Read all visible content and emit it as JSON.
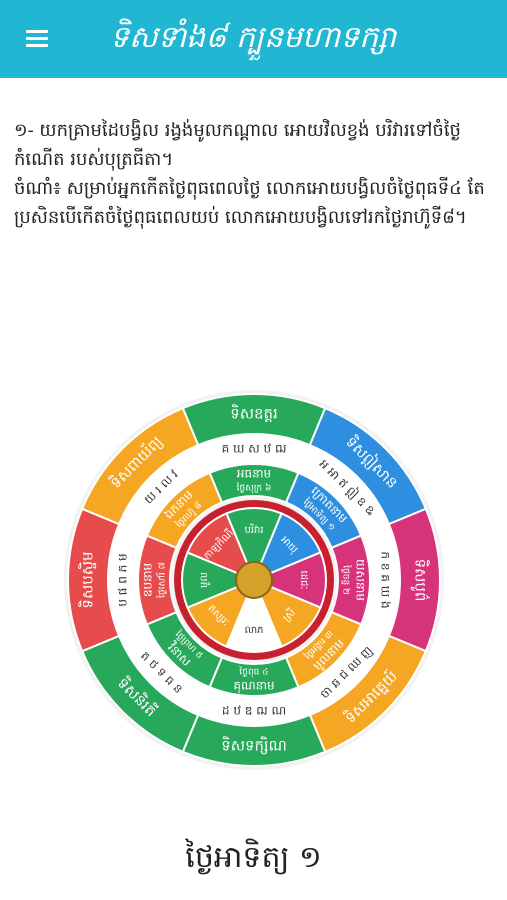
{
  "appbar": {
    "title": "ទិសទាំង៨ ក្បួនមហាទក្សា",
    "menu_icon": "hamburger-menu-icon",
    "background": "#21b6d2"
  },
  "content": {
    "paragraph1": "១- យកគ្រាមដៃបង្វិល រង្វង់មូលកណ្ដាល អោយវិលខ្វង់ បរិវារទៅចំថ្ងៃកំណើត របស់បុត្រធីតា។",
    "paragraph2": "ចំណាំ៖ សម្រាប់អ្នកកើតថ្ងៃពុធពេលថ្ងៃ លោកអោយបង្វិលចំថ្ងៃពុធទី៤ តែប្រសិនបើកើតចំថ្ងៃពុធពេលយប់ លោកអោយបង្វិលទៅរកថ្ងៃរាហ៊ូទី៨។"
  },
  "wheel": {
    "outer": [
      {
        "label": "ទិសឧត្ដរ",
        "color": "#27a85a"
      },
      {
        "label": "ទិសឦសាន",
        "color": "#2e8fe0"
      },
      {
        "label": "ទិសបូព៌",
        "color": "#d6337a"
      },
      {
        "label": "ទិសអាគ្នេយ៍",
        "color": "#f5a623"
      },
      {
        "label": "ទិសទក្សិណ",
        "color": "#27a85a"
      },
      {
        "label": "ទិសនិរតី",
        "color": "#27a85a"
      },
      {
        "label": "ទិសបស្ចិម",
        "color": "#e74c4c"
      },
      {
        "label": "ទិសពាយ័ព្យ",
        "color": "#f5a623"
      }
    ],
    "letters": [
      "គ ឃ ស ឋ ឍ",
      "អ អា ឥ ឦ ឧ ឩ",
      "ក ខ គ ឃ ង",
      "ចា ឆ ជ ឈ ញ",
      "ដ ឋ ឌ ឍ ណ",
      "ត ថ ទ ធ ន",
      "ប ផ ព ភ ម",
      "យ រ ល វ"
    ],
    "inner_names": [
      "អធនាម",
      "ក្រោតនាម",
      "យសនាម",
      "មូលនាម",
      "គុណនាម",
      "វិនាស",
      "ឧបនាម",
      "ឯកនាម"
    ],
    "inner_days": [
      "ថ្ងៃសុក្រ ៦",
      "ថ្ងៃអាទិត្យ ១",
      "ថ្ងៃចន្ទ ២",
      "ថ្ងៃអង្គារ ៣",
      "ថ្ងៃពុធ ៤",
      "ថ្ងៃព្រហ ៥",
      "ថ្ងៃសៅរ៍ ៧",
      "ថ្ងៃរាហ៊ូ ៨"
    ],
    "core": [
      "បរិវារ",
      "អាយុ",
      "ដេជៈ",
      "ស្រី",
      "លាភ",
      "ឥស្សរៈ",
      "មូល",
      "កាឡកិណី"
    ],
    "core_colors": [
      "#27a85a",
      "#2e8fe0",
      "#d6337a",
      "#f5a623",
      "#ffffff",
      "#f5a623",
      "#27a85a",
      "#e74c4c"
    ]
  },
  "footer": {
    "day_label": "ថ្ងៃអាទិត្យ ១"
  }
}
